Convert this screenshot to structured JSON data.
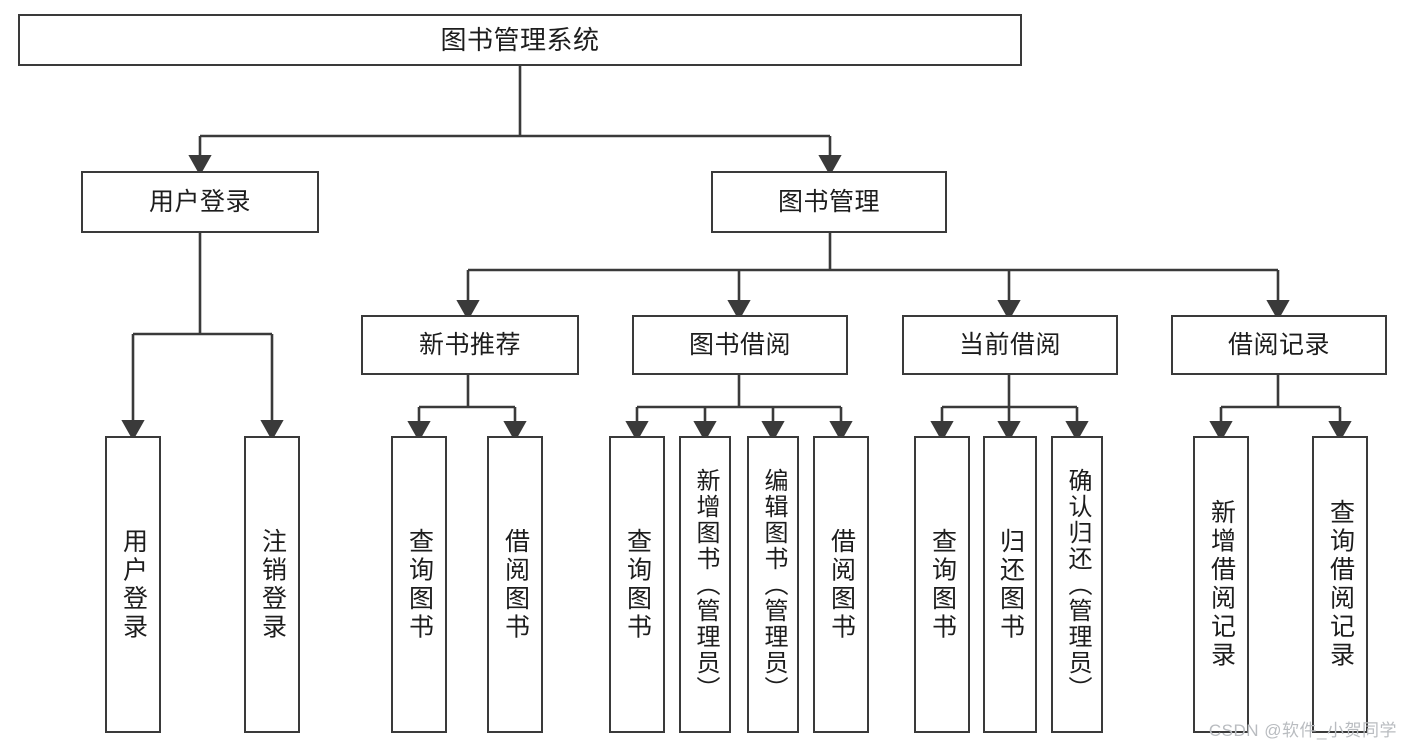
{
  "diagram": {
    "title": "图书管理系统",
    "watermark": "CSDN @软件_小贺同学",
    "line_color": "#3a3a3a",
    "box_border_color": "#3a3a3a",
    "background": "#ffffff",
    "text_color": "#1d1d1d",
    "root": {
      "label": "图书管理系统"
    },
    "level2": [
      {
        "label": "用户登录"
      },
      {
        "label": "图书管理"
      }
    ],
    "level3": [
      {
        "label": "新书推荐"
      },
      {
        "label": "图书借阅"
      },
      {
        "label": "当前借阅"
      },
      {
        "label": "借阅记录"
      }
    ],
    "leaves": {
      "user_login": [
        {
          "label": "用户登录"
        },
        {
          "label": "注销登录"
        }
      ],
      "new_book_recommend": [
        {
          "label": "查询图书"
        },
        {
          "label": "借阅图书"
        }
      ],
      "book_borrow": [
        {
          "label": "查询图书"
        },
        {
          "label": "新增图书（管理员）"
        },
        {
          "label": "编辑图书（管理员）"
        },
        {
          "label": "借阅图书"
        }
      ],
      "current_borrow": [
        {
          "label": "查询图书"
        },
        {
          "label": "归还图书"
        },
        {
          "label": "确认归还（管理员）"
        }
      ],
      "borrow_record": [
        {
          "label": "新增借阅记录"
        },
        {
          "label": "查询借阅记录"
        }
      ]
    }
  }
}
